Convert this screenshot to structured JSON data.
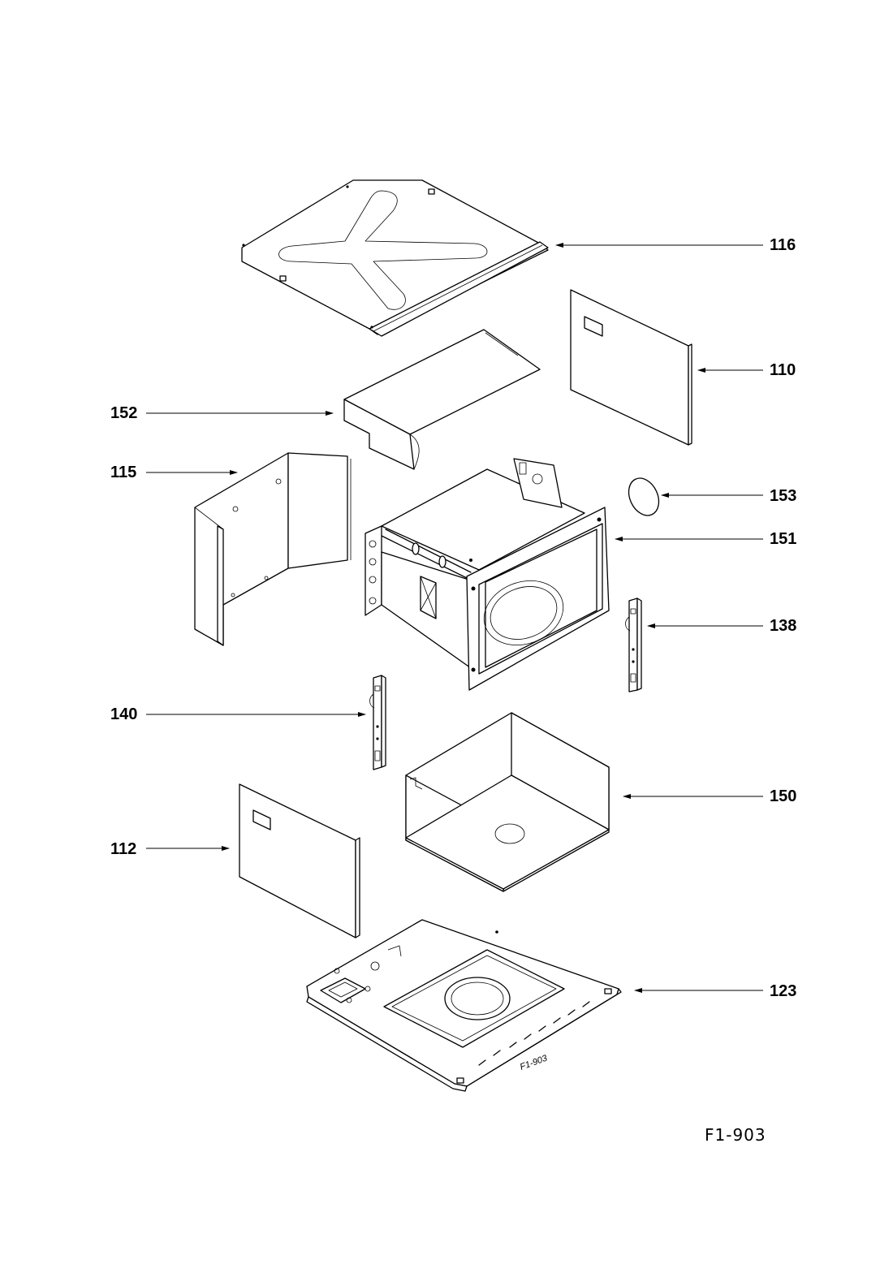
{
  "callouts": [
    {
      "id": "116",
      "label": "116"
    },
    {
      "id": "110",
      "label": "110"
    },
    {
      "id": "152",
      "label": "152"
    },
    {
      "id": "115",
      "label": "115"
    },
    {
      "id": "153",
      "label": "153"
    },
    {
      "id": "151",
      "label": "151"
    },
    {
      "id": "138",
      "label": "138"
    },
    {
      "id": "140",
      "label": "140"
    },
    {
      "id": "150",
      "label": "150"
    },
    {
      "id": "112",
      "label": "112"
    },
    {
      "id": "123",
      "label": "123"
    }
  ],
  "figure": {
    "code": "F1-903",
    "inline_code": "F1-903"
  }
}
